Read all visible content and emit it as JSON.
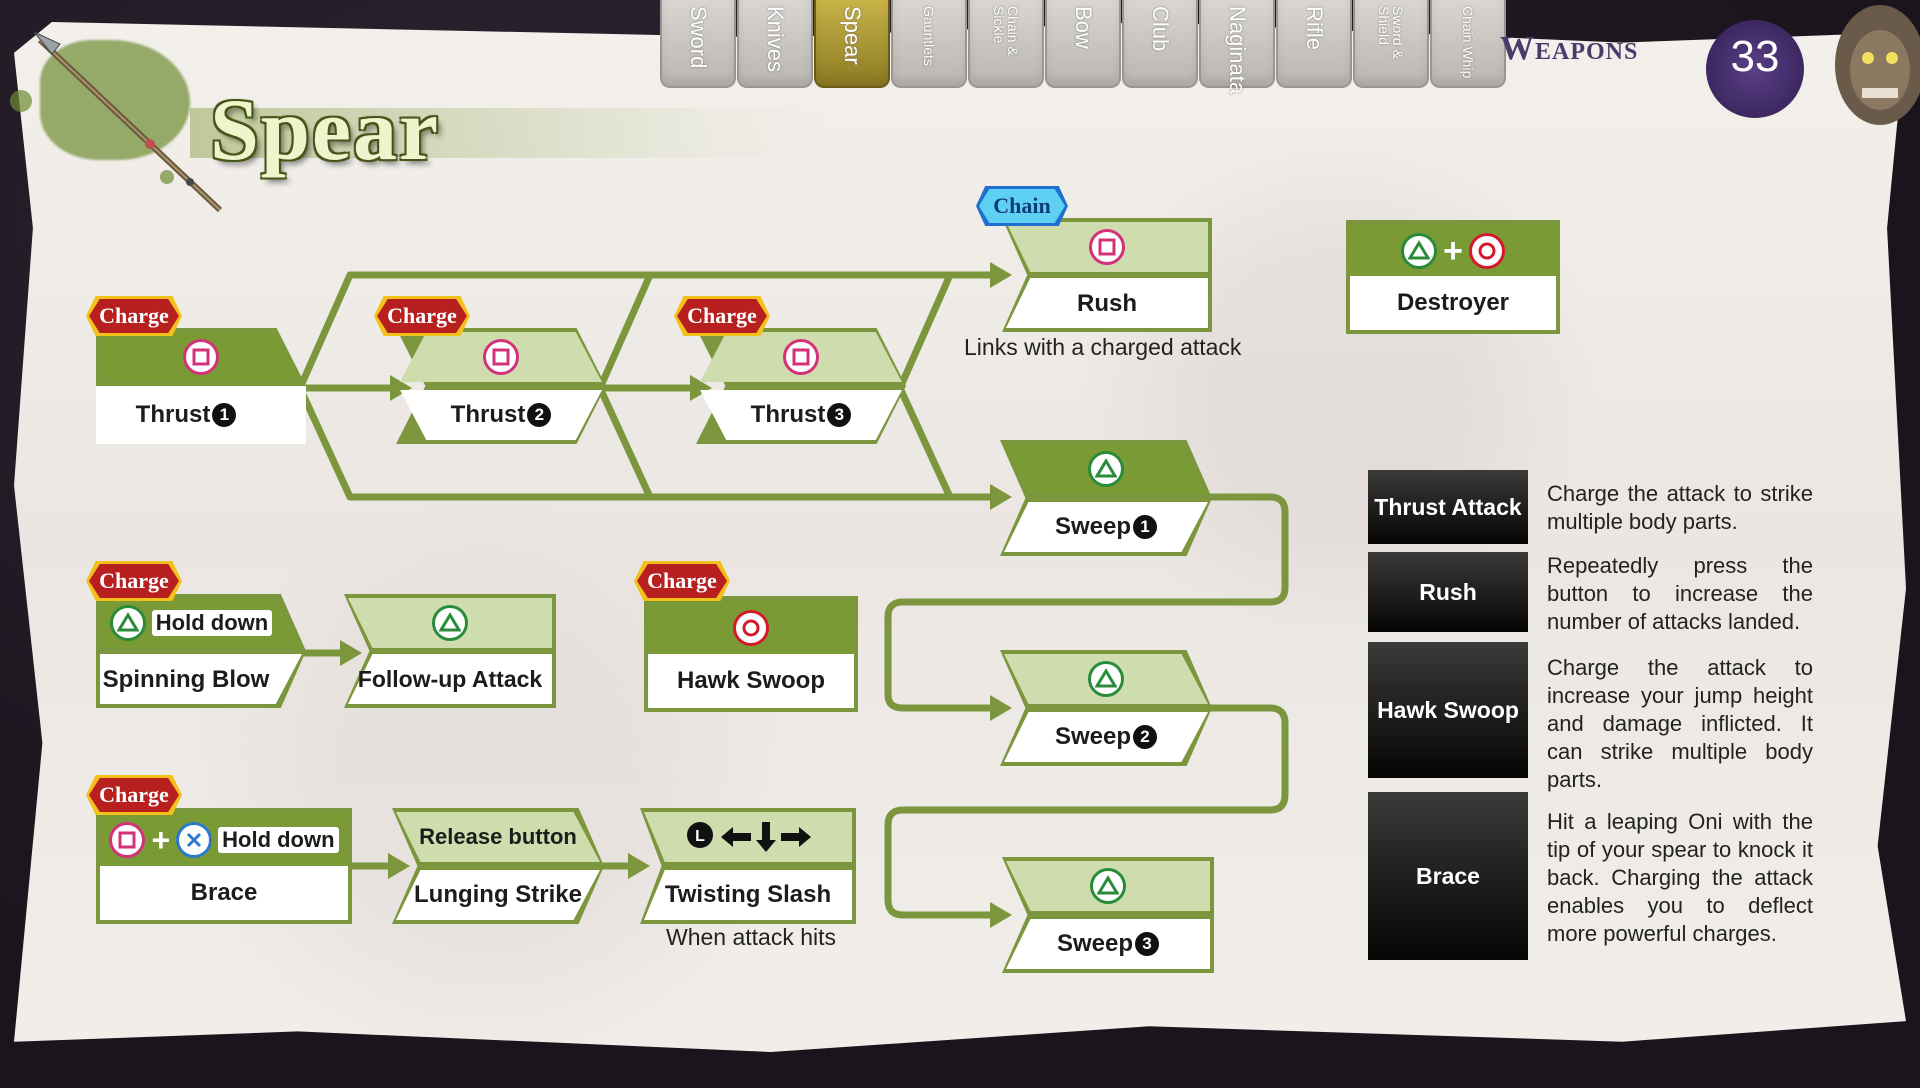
{
  "header": {
    "title": "Spear",
    "section": "Weapons",
    "page_number": "33",
    "tabs": [
      "Sword",
      "Knives",
      "Spear",
      "Gauntlets",
      "Chain &\nSickle",
      "Bow",
      "Club",
      "Naginata",
      "Rifle",
      "Sword &\nShield",
      "Chain Whip"
    ],
    "active_tab": "Spear"
  },
  "badges": {
    "charge": "Charge",
    "chain": "Chain"
  },
  "nodes": {
    "thrust1": "Thrust",
    "thrust2": "Thrust",
    "thrust3": "Thrust",
    "rush": "Rush",
    "rush_caption": "Links with a charged attack",
    "destroyer": "Destroyer",
    "sweep1": "Sweep",
    "sweep2": "Sweep",
    "sweep3": "Sweep",
    "hold_down": "Hold down",
    "spinning_blow": "Spinning Blow",
    "follow_up": "Follow-up Attack",
    "hawk_swoop": "Hawk Swoop",
    "brace": "Brace",
    "release_button": "Release button",
    "lunging_strike": "Lunging Strike",
    "twisting_slash": "Twisting Slash",
    "twisting_caption": "When attack hits",
    "num1": "1",
    "num2": "2",
    "num3": "3"
  },
  "legend": [
    {
      "term": "Thrust Attack",
      "desc": "Charge the attack to strike multiple body parts."
    },
    {
      "term": "Rush",
      "desc": "Repeatedly press the button to increase the number of attacks landed."
    },
    {
      "term": "Hawk Swoop",
      "desc": "Charge the attack to increase your jump height and damage inflicted. It can strike multiple body parts."
    },
    {
      "term": "Brace",
      "desc": "Hit a leaping Oni with the tip of your spear to knock it back. Charging the attack enables you to deflect more powerful charges."
    }
  ],
  "colors": {
    "green": "#7b963c",
    "light_green": "#cfdcae",
    "charge_red": "#b82020",
    "chain_blue": "#5ed0f2",
    "purple": "#4b3a6b"
  },
  "icons": [
    "square-button-icon",
    "triangle-button-icon",
    "circle-button-icon",
    "cross-button-icon",
    "plus-icon",
    "analog-stick-icon",
    "arrow-left-icon",
    "arrow-down-icon",
    "arrow-right-icon",
    "spear-icon",
    "oni-mask-icon"
  ]
}
